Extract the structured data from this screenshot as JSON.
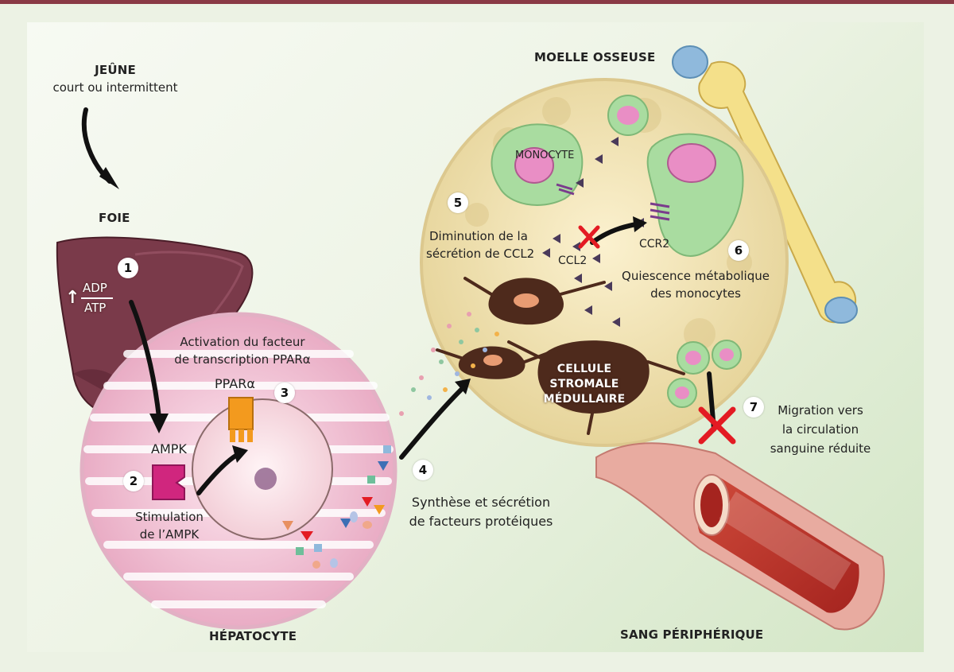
{
  "headings": {
    "fasting_title": "JEÛNE",
    "fasting_sub": "court ou intermittent",
    "liver": "FOIE",
    "bone_marrow": "MOELLE OSSEUSE",
    "hepatocyte": "HÉPATOCYTE",
    "peripheral_blood": "SANG PÉRIPHÉRIQUE"
  },
  "liver_labels": {
    "adp": "ADP",
    "atp": "ATP",
    "increase_arrow": "↑"
  },
  "hepatocyte_labels": {
    "activation_line1": "Activation du facteur",
    "activation_line2": "de transcription PPARα",
    "ppar": "PPARα",
    "ampk": "AMPK",
    "stimulation_line1": "Stimulation",
    "stimulation_line2": "de l’AMPK"
  },
  "marrow_labels": {
    "monocyte": "MONOCYTE",
    "ccl2_decrease_line1": "Diminution de la",
    "ccl2_decrease_line2": "sécrétion de CCL2",
    "ccl2": "CCL2",
    "ccr2": "CCR2",
    "quiescence_line1": "Quiescence métabolique",
    "quiescence_line2": "des monocytes",
    "stromal_line1": "CELLULE",
    "stromal_line2": "STROMALE",
    "stromal_line3": "MÉDULLAIRE"
  },
  "steps": {
    "s1": "1",
    "s2": "2",
    "s3": "3",
    "s4": "4",
    "s5": "5",
    "s6": "6",
    "s7": "7"
  },
  "synthesis_line1": "Synthèse et sécrétion",
  "synthesis_line2": "de  facteurs protéiques",
  "migration_line1": "Migration vers",
  "migration_line2": "la circulation",
  "migration_line3": "sanguine réduite",
  "colors": {
    "liver": "#7a3a4a",
    "hepatocyte": "#f2c6d6",
    "ampk": "#d0267e",
    "ppar": "#f39a1e",
    "marrow": "#f3e6b4",
    "monocyte": "#a9dca0",
    "nucleus": "#e98ec5",
    "stromal": "#4e2a1c",
    "blood": "#b8302a",
    "bone": "#f4e08a",
    "bone_end": "#8fb9dc",
    "block_cross": "#e31b23"
  }
}
